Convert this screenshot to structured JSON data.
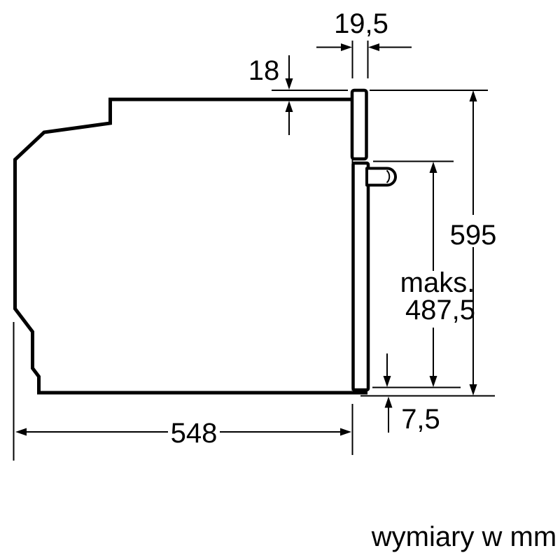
{
  "diagram": {
    "type": "technical-dimension-drawing",
    "subject": "built-in oven side profile",
    "unit_note": "wymiary w mm",
    "dimensions": {
      "door_protrusion_width": "19,5",
      "top_protrusion_height": "18",
      "total_height": "595",
      "max_height_prefix": "maks.",
      "max_height_value": "487,5",
      "door_bottom_overhang": "7,5",
      "body_depth": "548"
    },
    "colors": {
      "line": "#000000",
      "background": "#ffffff"
    }
  }
}
